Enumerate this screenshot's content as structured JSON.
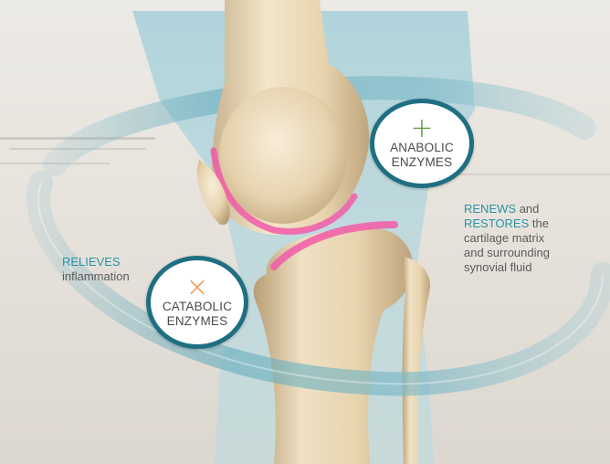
{
  "anabolic": {
    "symbol": "+",
    "line1": "ANABOLIC",
    "line2": "ENZYMES",
    "symbol_color": "#5d9e3b"
  },
  "catabolic": {
    "symbol": "×",
    "line1": "CATABOLIC",
    "line2": "ENZYMES",
    "symbol_color": "#f09a52"
  },
  "relieves": {
    "keyword": "RELIEVES",
    "text": "inflammation"
  },
  "renews": {
    "keyword1": "RENEWS",
    "and": "and",
    "keyword2": "RESTORES",
    "the": "the",
    "line3": "cartilage matrix",
    "line4": "and surrounding",
    "line5": "synovial fluid"
  },
  "colors": {
    "accent_teal": "#2a93a6",
    "circle_border": "#1f6f82",
    "cartilage_pink": "#f25aa8",
    "bone": "#ead8b6",
    "capsule": "#a9d2dc"
  }
}
